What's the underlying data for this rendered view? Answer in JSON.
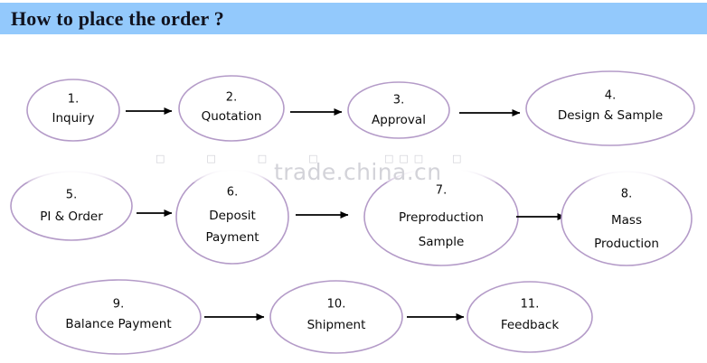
{
  "header": {
    "title": "How to place the order ?",
    "banner_color": "#93c9fc"
  },
  "watermark": {
    "text": "trade.china.cn",
    "color": "#d3d3d9",
    "boxes_a": "□□□□",
    "boxes_b": "□□□",
    "boxes_c": "□"
  },
  "diagram": {
    "node_border_color": "#b49bc8",
    "arrow_color": "#000000",
    "nodes": [
      {
        "num": "1.",
        "line1": "Inquiry",
        "line2": ""
      },
      {
        "num": "2.",
        "line1": "Quotation",
        "line2": ""
      },
      {
        "num": "3.",
        "line1": "Approval",
        "line2": ""
      },
      {
        "num": "4.",
        "line1": "Design & Sample",
        "line2": ""
      },
      {
        "num": "5.",
        "line1": "PI & Order",
        "line2": ""
      },
      {
        "num": "6.",
        "line1": "Deposit",
        "line2": "Payment"
      },
      {
        "num": "7.",
        "line1": "Preproduction",
        "line2": "Sample"
      },
      {
        "num": "8.",
        "line1": "Mass",
        "line2": "Production"
      },
      {
        "num": "9.",
        "line1": "Balance Payment",
        "line2": ""
      },
      {
        "num": "10.",
        "line1": "Shipment",
        "line2": ""
      },
      {
        "num": "11.",
        "line1": "Feedback",
        "line2": ""
      }
    ]
  }
}
